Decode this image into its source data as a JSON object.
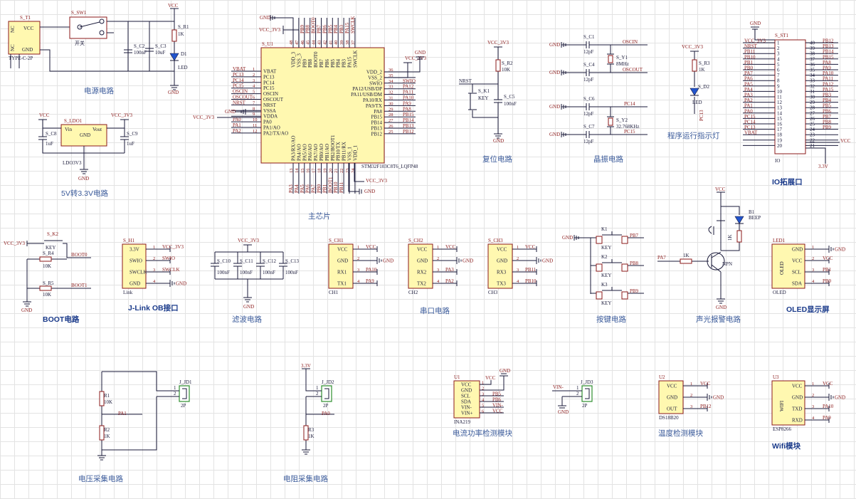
{
  "titles": {
    "power": "电源电路",
    "ldo": "5V转3.3V电路",
    "mcu": "主芯片",
    "reset": "复位电路",
    "crystal": "晶振电路",
    "runled": "程序运行指示灯",
    "io": "IO拓展口",
    "boot": "BOOT电路",
    "jlink": "J-Link OB接口",
    "filter": "滤波电路",
    "uart": "串口电路",
    "keys": "按键电路",
    "alarm": "声光报警电路",
    "oled": "OLED显示屏",
    "vsample": "电压采集电路",
    "rsample": "电阻采集电路",
    "ina": "电流功率检测模块",
    "temp": "温度检测模块",
    "wifi": "Wifi模块"
  },
  "nets": {
    "vcc": "VCC",
    "v33": "VCC_3V3",
    "gnd": "GND",
    "v33b": "3.3V",
    "oscin": "OSCIN",
    "oscout": "OSCOUT",
    "pc14": "PC14",
    "pc15": "PC15",
    "nrst": "NRST",
    "boot0": "BOOT0",
    "boot1": "BOOT1",
    "swio": "SWIO",
    "swclk": "SWCLK",
    "vin": "VIN-"
  },
  "power": {
    "t1": "S_T1",
    "t1_type": "TYPE-C-2P",
    "t1_pins": [
      "NC",
      "VCC",
      "GND",
      "NC"
    ],
    "sw1": "S_SW1",
    "sw1_label": "开关",
    "c2": "S_C2",
    "c2v": "100nF",
    "c3": "S_C3",
    "c3v": "10uF",
    "r1": "S_R1",
    "r1v": "1K",
    "d1": "D1",
    "d1v": "LED"
  },
  "ldo": {
    "u": "S_LDO1",
    "uv": "LDO3V3",
    "vin": "Vin",
    "vout": "Vout",
    "gnd": "GND",
    "c8": "S_C8",
    "c8v": "1uF",
    "c9": "S_C9",
    "c9v": "1uF"
  },
  "mcu": {
    "ref": "S_U1",
    "part": "STM32F103C8T6_LQFP48",
    "left": [
      [
        "VBAT",
        "1",
        "VBAT"
      ],
      [
        "PC13",
        "2",
        "PC13"
      ],
      [
        "PC14",
        "3",
        "PC14"
      ],
      [
        "PC15",
        "4",
        "PC15"
      ],
      [
        "OSCIN",
        "5",
        "OSCIN"
      ],
      [
        "OSCOUT",
        "6",
        "OSCOUT"
      ],
      [
        "NRST",
        "7",
        "NRST"
      ],
      [
        "",
        "8",
        "VSSA"
      ],
      [
        "",
        "9",
        "VDDA"
      ],
      [
        "PA0",
        "10",
        "PA0"
      ],
      [
        "PA1",
        "11",
        "PA1/AO"
      ],
      [
        "PA2",
        "12",
        "PA2/TX/AO"
      ]
    ],
    "right": [
      [
        "",
        "36",
        "VDD_2"
      ],
      [
        "",
        "35",
        "VSS_2"
      ],
      [
        "SWIO",
        "34",
        "SWIO"
      ],
      [
        "PA12",
        "33",
        "PA12/USB/DP"
      ],
      [
        "PA11",
        "32",
        "PA11/USB/DM"
      ],
      [
        "PA10",
        "31",
        "PA10/RX"
      ],
      [
        "PA9",
        "30",
        "PA9/TX"
      ],
      [
        "PA8",
        "29",
        "PA8"
      ],
      [
        "PB15",
        "28",
        "PB15"
      ],
      [
        "PB14",
        "27",
        "PB14"
      ],
      [
        "PB13",
        "26",
        "PB13"
      ],
      [
        "PB12",
        "25",
        "PB12"
      ]
    ],
    "top": [
      [
        "VDD_3",
        "48"
      ],
      [
        "VSS_3",
        "47"
      ],
      [
        "PB9",
        "46"
      ],
      [
        "PB8",
        "45"
      ],
      [
        "BOOT0",
        "44"
      ],
      [
        "PB7",
        "43"
      ],
      [
        "PB6",
        "42"
      ],
      [
        "PB5",
        "41"
      ],
      [
        "PB4",
        "40"
      ],
      [
        "PB3",
        "39"
      ],
      [
        "PA15",
        "38"
      ],
      [
        "SWCLK",
        "37"
      ]
    ],
    "top_nets": [
      "",
      "",
      "PB9",
      "PB8",
      "BOOT0",
      "PB7",
      "PB6",
      "PB5",
      "PB4",
      "PB3",
      "PA15",
      "SWCLK"
    ],
    "bottom": [
      [
        "PA3/RX/AO",
        "13"
      ],
      [
        "PA4/AO",
        "14"
      ],
      [
        "PA5/AO",
        "15"
      ],
      [
        "PA6/AO",
        "16"
      ],
      [
        "PA7/AO",
        "17"
      ],
      [
        "PB0/AO",
        "18"
      ],
      [
        "PB1/AO",
        "19"
      ],
      [
        "PB2/BOOT1",
        "20"
      ],
      [
        "PB10/TX",
        "21"
      ],
      [
        "PB11/RX",
        "22"
      ],
      [
        "VSS_1",
        "23"
      ],
      [
        "VDD_1",
        "24"
      ]
    ],
    "bottom_nets": [
      "PA3",
      "PA4",
      "PA5",
      "PA6",
      "PA7",
      "PB0",
      "PB1",
      "BOOT1",
      "PB10",
      "PB11",
      "",
      ""
    ]
  },
  "reset": {
    "r": "S_R2",
    "rv": "10K",
    "k": "S_K1",
    "kv": "KEY",
    "c": "S_C5",
    "cv": "100nF"
  },
  "crystal": {
    "c1": "S_C1",
    "c4": "S_C4",
    "c6": "S_C6",
    "c7": "S_C7",
    "cv": "12pF",
    "y1": "S_Y1",
    "y1v": "8MHz",
    "y2": "S_Y2",
    "y2v": "32.768KHz"
  },
  "runled": {
    "r": "S_R3",
    "rv": "1K",
    "d": "S_D2",
    "dv": "LED",
    "net": "PC13"
  },
  "io": {
    "ref": "S_ST1",
    "label": "IO",
    "left": [
      [
        "VCC_3V3",
        "1"
      ],
      [
        "NRST",
        "2"
      ],
      [
        "PB11",
        "3"
      ],
      [
        "PB10",
        "4"
      ],
      [
        "PB1",
        "5"
      ],
      [
        "PB0",
        "6"
      ],
      [
        "PA7",
        "7"
      ],
      [
        "PA6",
        "8"
      ],
      [
        "PA5",
        "9"
      ],
      [
        "PA4",
        "10"
      ],
      [
        "PA3",
        "11"
      ],
      [
        "PA2",
        "12"
      ],
      [
        "PA1",
        "13"
      ],
      [
        "PA0",
        "14"
      ],
      [
        "PC15",
        "15"
      ],
      [
        "PC14",
        "16"
      ],
      [
        "PC13",
        "17"
      ],
      [
        "VBAT",
        "18"
      ],
      [
        "",
        "19"
      ],
      [
        "",
        "20"
      ]
    ],
    "right": [
      [
        "PB12",
        "40"
      ],
      [
        "PB13",
        "39"
      ],
      [
        "PB14",
        "38"
      ],
      [
        "PB15",
        "37"
      ],
      [
        "PA8",
        "36"
      ],
      [
        "PA9",
        "35"
      ],
      [
        "PA10",
        "34"
      ],
      [
        "PA11",
        "33"
      ],
      [
        "PA12",
        "32"
      ],
      [
        "PA15",
        "31"
      ],
      [
        "PB3",
        "30"
      ],
      [
        "PB4",
        "29"
      ],
      [
        "PB5",
        "28"
      ],
      [
        "PB6",
        "27"
      ],
      [
        "PB7",
        "26"
      ],
      [
        "PB8",
        "25"
      ],
      [
        "PB9",
        "24"
      ],
      [
        "",
        "23"
      ],
      [
        "",
        "22"
      ],
      [
        "",
        "21"
      ]
    ]
  },
  "boot": {
    "k": "S_K2",
    "kv": "KEY",
    "r4": "S_R4",
    "r4v": "10K",
    "r5": "S_R5",
    "r5v": "10K"
  },
  "jlink": {
    "ref": "S_H1",
    "label": "Link",
    "pins": [
      [
        "3.3V",
        "1",
        "VCC_3V3"
      ],
      [
        "SWIO",
        "2",
        "SWIO"
      ],
      [
        "SWCLK",
        "3",
        "SWCLK"
      ],
      [
        "GND",
        "4",
        "GND"
      ]
    ]
  },
  "filter": {
    "refs": [
      "S_C10",
      "S_C11",
      "S_C12",
      "S_C13"
    ],
    "val": "100nF"
  },
  "uart": [
    {
      "ref": "S_CH1",
      "label": "CH1",
      "pins": [
        [
          "VCC",
          "1",
          "VCC"
        ],
        [
          "GND",
          "2",
          "GND"
        ],
        [
          "RX1",
          "3",
          "PA10"
        ],
        [
          "TX1",
          "4",
          "PA9"
        ]
      ]
    },
    {
      "ref": "S_CH2",
      "label": "CH2",
      "pins": [
        [
          "VCC",
          "1",
          "VCC"
        ],
        [
          "GND",
          "2",
          "GND"
        ],
        [
          "RX2",
          "3",
          "PA3"
        ],
        [
          "TX2",
          "4",
          "PA2"
        ]
      ]
    },
    {
      "ref": "S_CH3",
      "label": "CH3",
      "pins": [
        [
          "VCC",
          "1",
          "VCC"
        ],
        [
          "GND",
          "2",
          "GND"
        ],
        [
          "RX3",
          "3",
          "PB11"
        ],
        [
          "TX3",
          "4",
          "PB10"
        ]
      ]
    }
  ],
  "keys": [
    {
      "ref": "K1",
      "val": "KEY",
      "net": "PB7"
    },
    {
      "ref": "K2",
      "val": "KEY",
      "net": "PB8"
    },
    {
      "ref": "K3",
      "val": "KEY",
      "net": "PB9"
    }
  ],
  "alarm": {
    "b": "B1",
    "bv": "BEEP",
    "r": "1K",
    "d": "1K",
    "q": "NPN",
    "net": "PA7"
  },
  "oled": {
    "ref": "LED1",
    "label": "OLED",
    "name": "OLED",
    "pins": [
      [
        "GND",
        "1",
        "GND"
      ],
      [
        "VCC",
        "2",
        "VCC"
      ],
      [
        "SCL",
        "3",
        "PB1"
      ],
      [
        "SDA",
        "4",
        "PB0"
      ]
    ]
  },
  "vsample": {
    "r1": "R1",
    "r1v": "10K",
    "r2": "R2",
    "r2v": "1K",
    "j": "J_JD1",
    "jv": "2P",
    "net": "PA1"
  },
  "rsample": {
    "r": "R3",
    "rv": "1K",
    "j": "J_JD2",
    "jv": "2P",
    "net": "PA0",
    "top": "3.3V"
  },
  "ina": {
    "ref": "U1",
    "part": "INA219",
    "pins": [
      [
        "VCC",
        "1",
        ""
      ],
      [
        "GND",
        "2",
        ""
      ],
      [
        "SCL",
        "3",
        "PB5"
      ],
      [
        "SDA",
        "4",
        "PB6"
      ],
      [
        "VIN-",
        "5",
        "VIN-"
      ],
      [
        "VIN+",
        "6",
        "VCC"
      ]
    ]
  },
  "jd3": {
    "ref": "J_JD3",
    "val": "2P",
    "net": "VIN-"
  },
  "temp": {
    "ref": "U2",
    "part": "DS18B20",
    "pins": [
      [
        "VCC",
        "1",
        "VCC"
      ],
      [
        "GND",
        "2",
        "GND"
      ],
      [
        "OUT",
        "3",
        "PB12"
      ]
    ]
  },
  "wifi": {
    "ref": "U3",
    "part": "ESP8266",
    "label": "WIFI",
    "pins": [
      [
        "VCC",
        "1",
        "VCC"
      ],
      [
        "GND",
        "2",
        "GND"
      ],
      [
        "TXD",
        "3",
        "PA10"
      ],
      [
        "RXD",
        "4",
        "PA9"
      ]
    ]
  }
}
